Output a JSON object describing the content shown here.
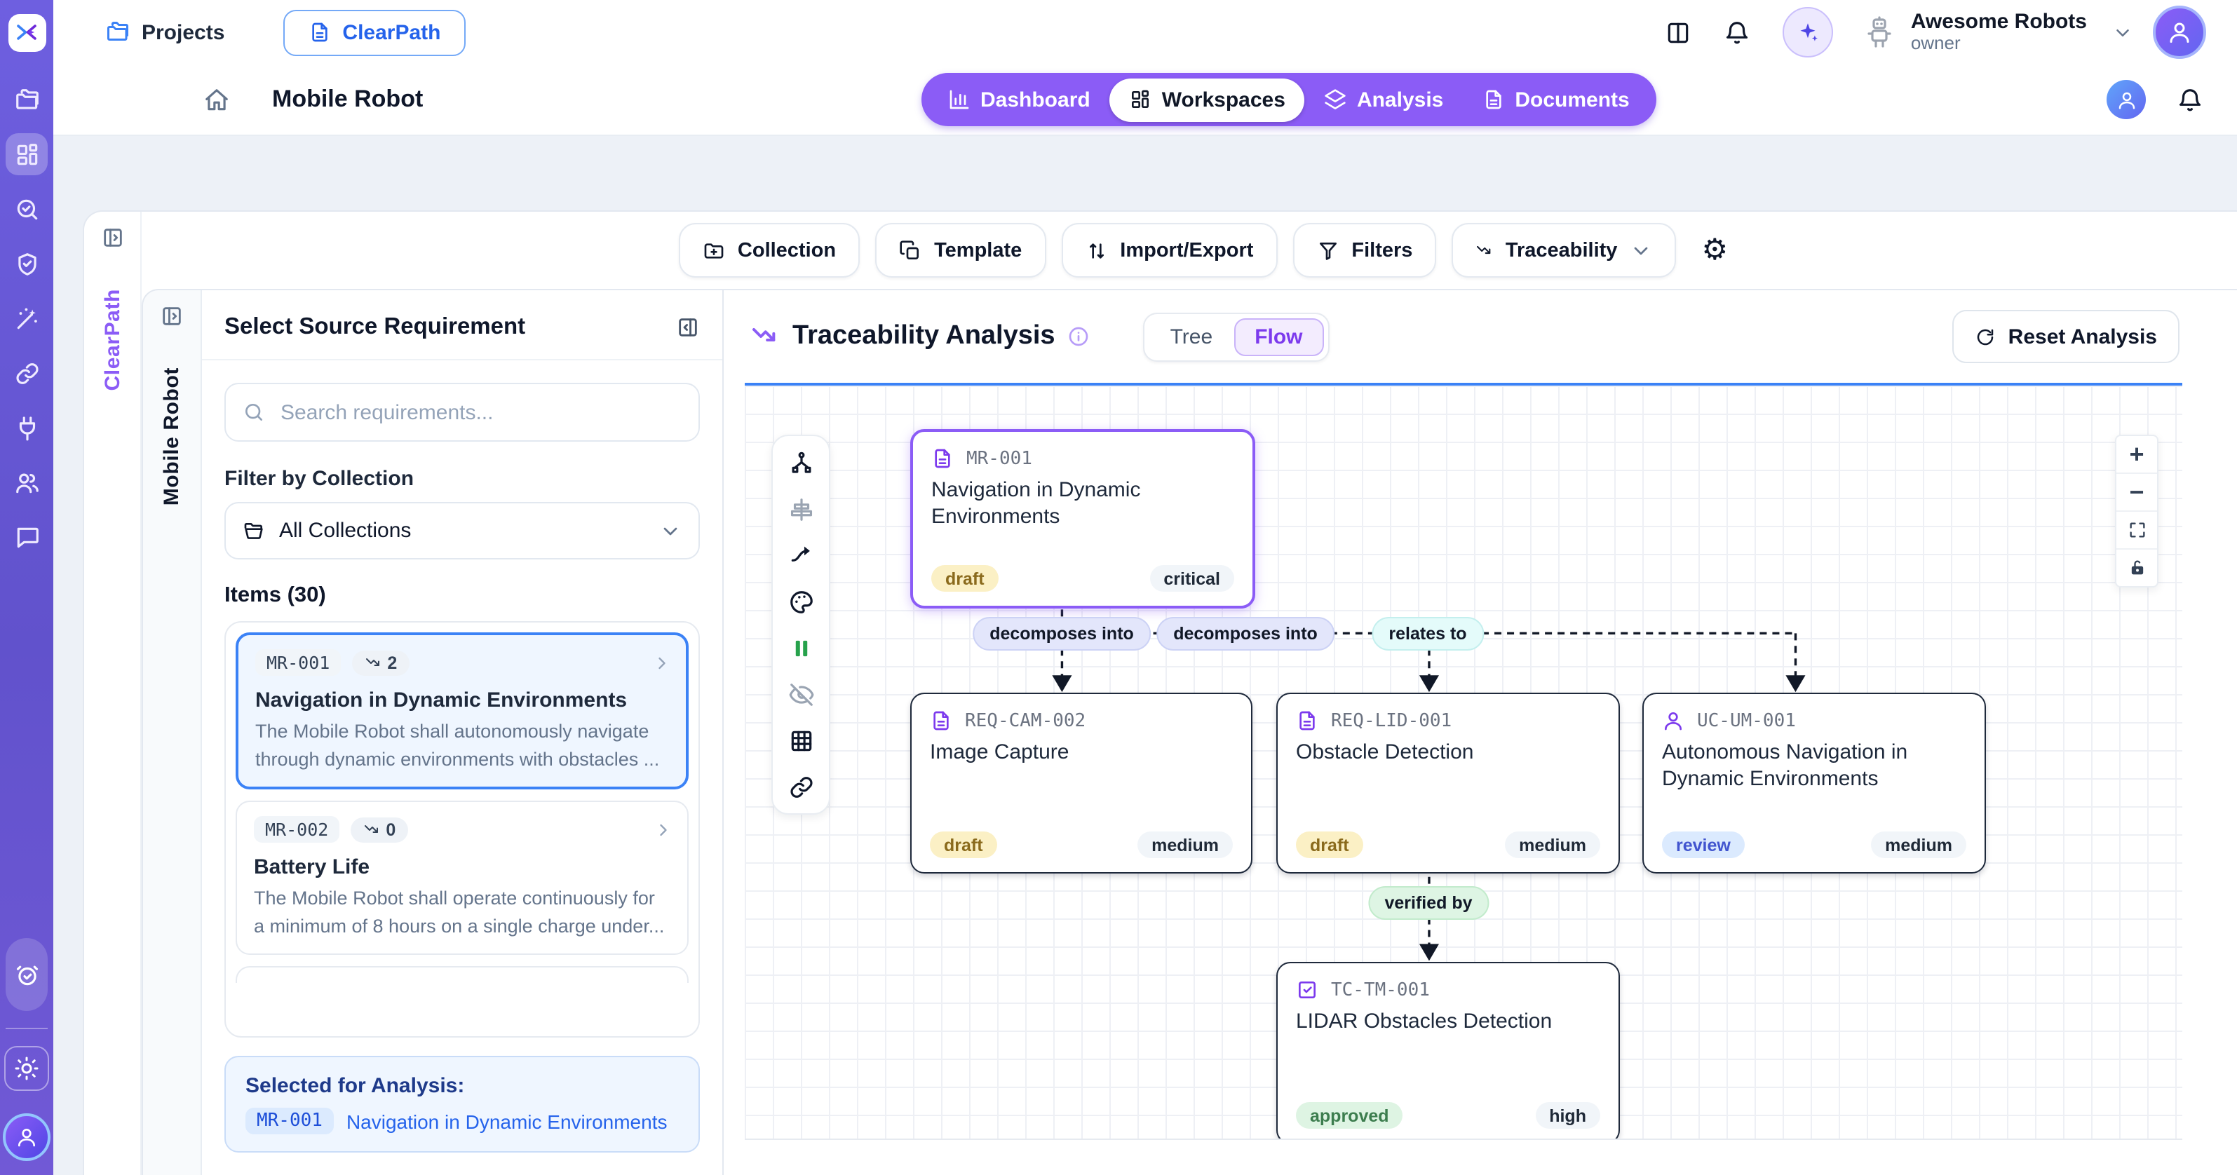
{
  "colors": {
    "rail_purple": "#6152cc",
    "accent_purple": "#8b5cf6",
    "accent_blue": "#3b82f6",
    "status_draft_bg": "#fbf0c5",
    "status_review_bg": "#dbeafe",
    "status_approved_bg": "#def4e3"
  },
  "icons": {
    "gear": "⚙",
    "plus": "+",
    "minus": "−"
  },
  "rail": {
    "items": [
      "projects-folders-icon",
      "workspaces-grid-icon",
      "search-review-icon",
      "shield-check-icon",
      "wand-sparkles-icon",
      "link-icon",
      "plug-icon",
      "users-icon",
      "chat-bubble-icon"
    ],
    "bottom_items": [
      "activity-alarm-check-icon",
      "theme-sun-icon",
      "user-avatar"
    ]
  },
  "topbar": {
    "projects_label": "Projects",
    "app_button_label": "ClearPath",
    "account_name": "Awesome Robots",
    "account_role": "owner"
  },
  "project_header": {
    "title": "Mobile Robot",
    "tabs": [
      {
        "label": "Dashboard"
      },
      {
        "label": "Workspaces"
      },
      {
        "label": "Analysis"
      },
      {
        "label": "Documents"
      }
    ],
    "active_tab": "Workspaces"
  },
  "toolbar": {
    "collection": "Collection",
    "template": "Template",
    "import_export": "Import/Export",
    "filters": "Filters",
    "traceability": "Traceability"
  },
  "collapsed_panels": {
    "app": "ClearPath",
    "project": "Mobile Robot"
  },
  "source_panel": {
    "title": "Select Source Requirement",
    "search_placeholder": "Search requirements...",
    "filter_label": "Filter by Collection",
    "collection_filter_value": "All Collections",
    "items_count_label": "Items (30)",
    "items": [
      {
        "id": "MR-001",
        "trace_count": "2",
        "title": "Navigation in Dynamic Environments",
        "description": "The Mobile Robot shall autonomously navigate through dynamic environments with obstacles ..."
      },
      {
        "id": "MR-002",
        "trace_count": "0",
        "title": "Battery Life",
        "description": "The Mobile Robot shall operate continuously for a minimum of 8 hours on a single charge under..."
      }
    ],
    "selected": {
      "label": "Selected for Analysis:",
      "id": "MR-001",
      "title": "Navigation in Dynamic Environments"
    }
  },
  "analysis": {
    "title": "Traceability Analysis",
    "modes": {
      "tree": "Tree",
      "flow": "Flow"
    },
    "active_mode": "Flow",
    "reset_label": "Reset Analysis"
  },
  "flow": {
    "nodes": [
      {
        "id": "MR-001",
        "title": "Navigation in Dynamic Environments",
        "status": "draft",
        "priority": "critical",
        "icon": "file-text-icon"
      },
      {
        "id": "REQ-CAM-002",
        "title": "Image Capture",
        "status": "draft",
        "priority": "medium",
        "icon": "file-text-icon"
      },
      {
        "id": "REQ-LID-001",
        "title": "Obstacle Detection",
        "status": "draft",
        "priority": "medium",
        "icon": "file-text-icon"
      },
      {
        "id": "UC-UM-001",
        "title": "Autonomous Navigation in Dynamic Environments",
        "status": "review",
        "priority": "medium",
        "icon": "user-icon"
      },
      {
        "id": "TC-TM-001",
        "title": "LIDAR Obstacles Detection",
        "status": "approved",
        "priority": "high",
        "icon": "check-square-icon"
      }
    ],
    "edge_labels": [
      "decomposes into",
      "decomposes into",
      "relates to",
      "verified by"
    ]
  }
}
